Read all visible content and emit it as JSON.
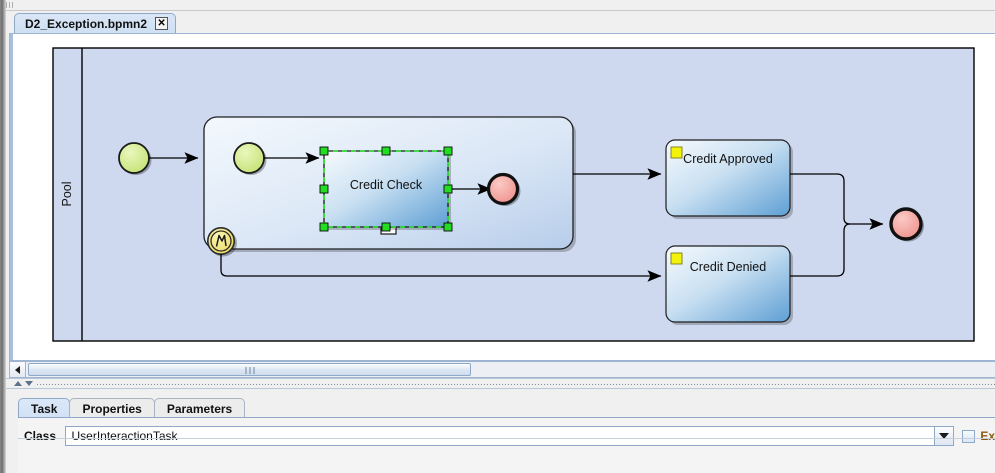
{
  "window": {
    "editor_tab": {
      "title": "D2_Exception.bpmn2",
      "close_label": "✕"
    }
  },
  "canvas": {
    "pool": {
      "label": "Pool"
    },
    "nodes": [
      {
        "id": "start",
        "type": "start-event",
        "label": ""
      },
      {
        "id": "subprocess",
        "type": "sub-process",
        "label": ""
      },
      {
        "id": "sub-start",
        "type": "start-event",
        "label": ""
      },
      {
        "id": "credit-check",
        "type": "task",
        "label": "Credit Check",
        "selected": true
      },
      {
        "id": "sub-end",
        "type": "end-event",
        "label": ""
      },
      {
        "id": "boundary-error",
        "type": "error-boundary-event",
        "label": ""
      },
      {
        "id": "credit-approved",
        "type": "task",
        "label": "Credit Approved"
      },
      {
        "id": "credit-denied",
        "type": "task",
        "label": "Credit Denied"
      },
      {
        "id": "end",
        "type": "end-event",
        "label": ""
      }
    ],
    "collapse_marker": "−",
    "colors": {
      "pool_fill": "#ced9ef",
      "task_fill_start": "#f4f9fd",
      "task_fill_end": "#5e9fd4",
      "start_event_fill": "#d7ef9a",
      "end_event_fill": "#f2a8a4",
      "boundary_event_fill": "#f2e88a",
      "selection_handle": "#22dd22",
      "task_marker": "#f2f20a"
    }
  },
  "scrollbar": {
    "left_arrow": "left-arrow"
  },
  "properties": {
    "tabs": [
      {
        "id": "task",
        "label": "Task",
        "active": true
      },
      {
        "id": "properties",
        "label": "Properties",
        "active": false
      },
      {
        "id": "parameters",
        "label": "Parameters",
        "active": false
      }
    ],
    "class_field": {
      "label": "Class",
      "value": "UserInteractionTask",
      "placeholder": ""
    },
    "checkbox": {
      "label": "Ex",
      "checked": false
    }
  }
}
